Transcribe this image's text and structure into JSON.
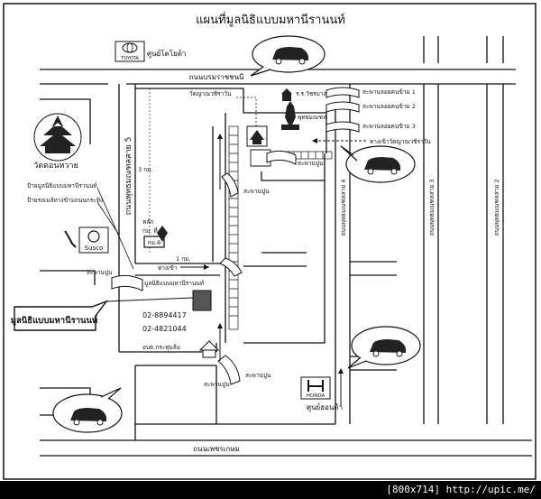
{
  "title": "แผนที่มูลนิธิแบบมหานีรานนท์",
  "roads": {
    "top": "ถนนบรมราชชนนี",
    "bottom": "ถนนเพชรเกษม",
    "left_vertical": "ถนนพุทธมณฑลสาย 5",
    "sai4": "ถนนพุทธมณฑลสาย 4",
    "sai3": "ถนนพุทธมณฑลสาย 3",
    "sai2": "ถนนพุทธมณฑลสาย 2"
  },
  "landmarks": {
    "toyota_brand": "TOYOTA",
    "toyota_center": "ศูนย์โตโยต้า",
    "honda_brand": "HONDA",
    "honda_center": "ศูนย์ฮอนด้า",
    "wat_dontawai": "วัดดอนหวาย",
    "susco": "Susco",
    "wat_yanwachirawan": "วัดญาณวชิราวัน",
    "school_wachiraban": "ร.ร.วัชรบาล",
    "buddha_statue": "พุทธมณฑล",
    "footbridge_1": "สะพานลอยคนข้าม 1",
    "footbridge_2": "สะพานลอยคนข้าม 2",
    "footbridge_3": "สะพานลอยคนข้าม 3",
    "entrance_wat": "ทางเข้าวัดญาณวชิราวัน",
    "sign_foundation": "ป้ายมูลนิธิแบบมหานีรานนท์",
    "sign_bus": "ป้ายรถเมล์ทางข้ามถนนกระทิง",
    "lak_km": "หลัก",
    "km6": "กม. ที่ 6",
    "km6_post": "กม.6",
    "entrance": "ทางเข้า",
    "foundation_small": "มูลนิธิแบบมหานีรานนท์",
    "foundation_big": "มูลนิธิแบบมหานีรานนท์",
    "phone_1": "02-8894417",
    "phone_2": "02-4821044",
    "or_bor_tor": "อบต.กระทุ่มล้ม",
    "bridge_a": "สะพานปูน",
    "bridge_b": "สะพานปูน",
    "bridge_c": "สะพานปูน",
    "bridge_d": "สะพานปูน",
    "bridge_e": "สะพานปูน",
    "dist_3km": "3 กม.",
    "dist_1km": "1 กม."
  },
  "footer": "[800x714] http://upic.me/",
  "colors": {
    "ink": "#111111",
    "paper": "#ffffff"
  }
}
